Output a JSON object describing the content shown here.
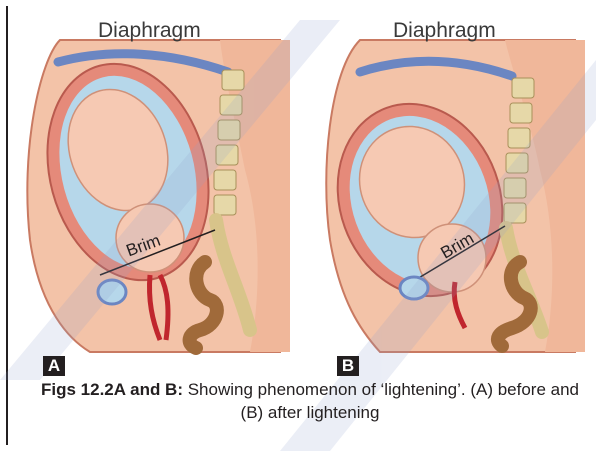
{
  "panels": [
    {
      "letter": "A",
      "diaphragm_label": "Diaphragm",
      "brim_label": "Brim"
    },
    {
      "letter": "B",
      "diaphragm_label": "Diaphragm",
      "brim_label": "Brim"
    }
  ],
  "caption": {
    "bold": "Figs 12.2A and B:",
    "text": " Showing phenomenon of ‘lightening’. (A) before and (B) after lightening"
  },
  "colors": {
    "skin": "#f0b79a",
    "uterus": "#e58a7a",
    "diaphragm": "#6b86c2",
    "spine": "#e6d8a8",
    "bowel": "#a06a3a",
    "amniotic": "#b6d7ea",
    "watermark": "#e9edf6"
  }
}
